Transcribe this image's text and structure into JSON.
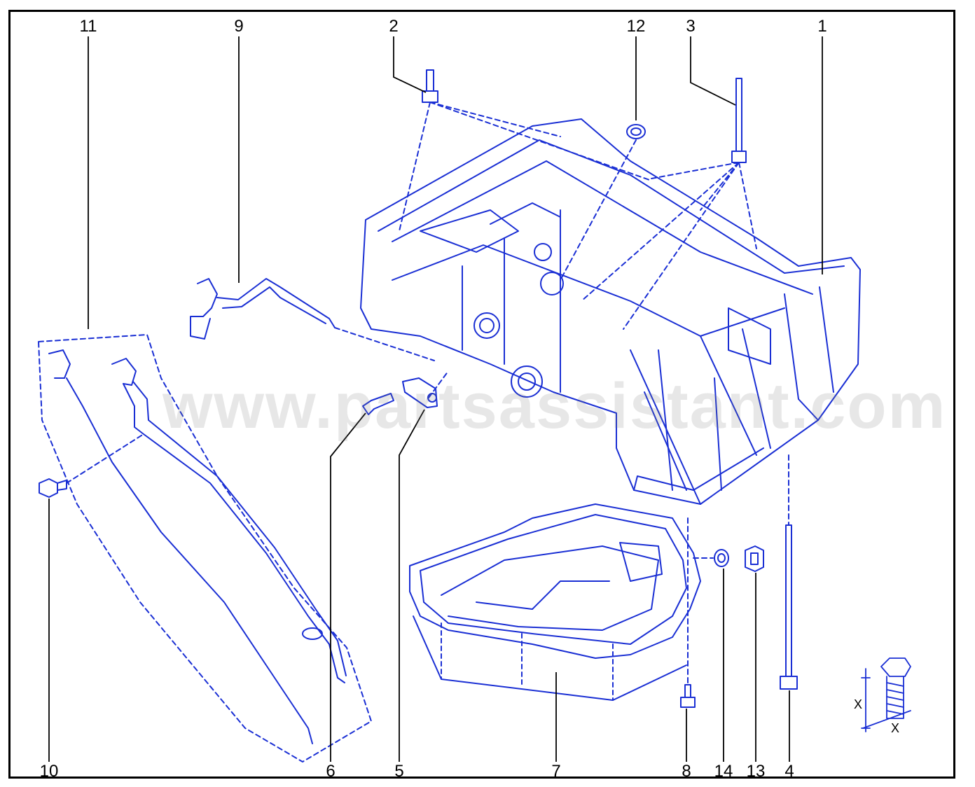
{
  "watermark": "www.partsassistant.com",
  "callouts": [
    {
      "id": "1",
      "label": "1",
      "name": "callout-1-oil-sump-upper"
    },
    {
      "id": "2",
      "label": "2",
      "name": "callout-2-bolt"
    },
    {
      "id": "3",
      "label": "3",
      "name": "callout-3-long-bolt"
    },
    {
      "id": "4",
      "label": "4",
      "name": "callout-4-long-bolt"
    },
    {
      "id": "5",
      "label": "5",
      "name": "callout-5-sensor"
    },
    {
      "id": "6",
      "label": "6",
      "name": "callout-6-bolt"
    },
    {
      "id": "7",
      "label": "7",
      "name": "callout-7-oil-pan"
    },
    {
      "id": "8",
      "label": "8",
      "name": "callout-8-bolt"
    },
    {
      "id": "9",
      "label": "9",
      "name": "callout-9-sensor-wire"
    },
    {
      "id": "10",
      "label": "10",
      "name": "callout-10-bolt"
    },
    {
      "id": "11",
      "label": "11",
      "name": "callout-11-dipstick-assembly"
    },
    {
      "id": "12",
      "label": "12",
      "name": "callout-12-seal-ring"
    },
    {
      "id": "13",
      "label": "13",
      "name": "callout-13-drain-plug"
    },
    {
      "id": "14",
      "label": "14",
      "name": "callout-14-washer"
    }
  ],
  "bolt_dimension_label": "X",
  "colors": {
    "line": "#1a2fd4",
    "frame": "#000000",
    "leader": "#000000"
  }
}
